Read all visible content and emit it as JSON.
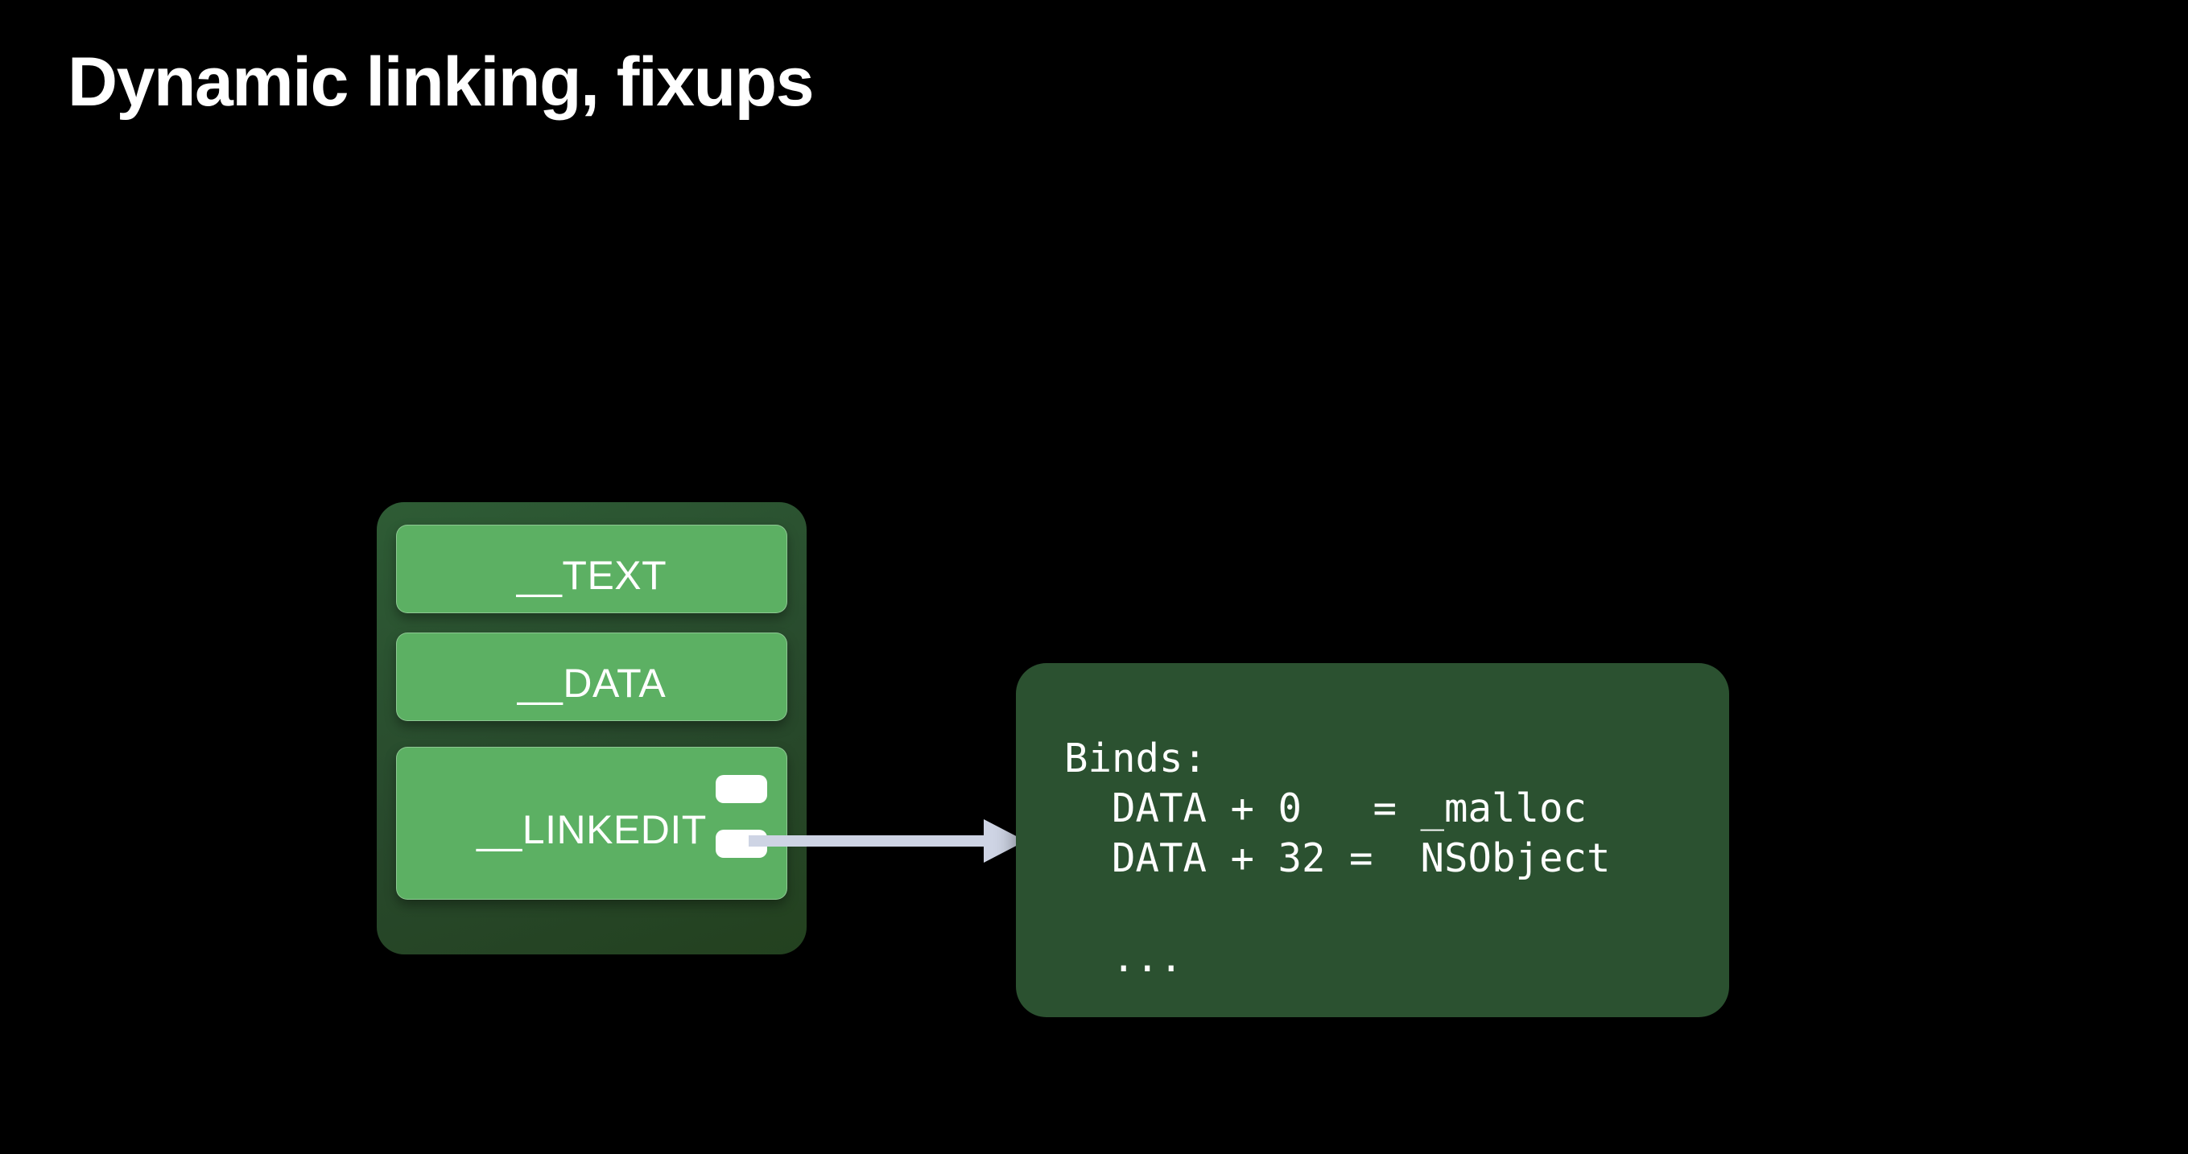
{
  "slide": {
    "title": "Dynamic linking, fixups",
    "background_color": "#000000"
  },
  "colors": {
    "background": "#000000",
    "title_text": "#ffffff",
    "container_green_dark": "#2a4f2e",
    "segment_green_light": "#5cb063",
    "panel_green": "#2b5130",
    "chunk_white": "#ffffff",
    "arrow_lavender": "#ced4e4"
  },
  "macho_container": {
    "name": "mach-o-binary",
    "segments": [
      {
        "id": "text",
        "label": "__TEXT"
      },
      {
        "id": "data",
        "label": "__DATA"
      },
      {
        "id": "linkedit",
        "label": "__LINKEDIT"
      }
    ],
    "fixup_chunks": [
      {
        "id": "chunk-1",
        "label": ""
      },
      {
        "id": "chunk-2",
        "label": ""
      }
    ]
  },
  "arrow": {
    "name": "linkedit-to-binds-arrow",
    "color": "#ced4e4",
    "direction": "right",
    "from": "linkedit-fixup-chunk-2",
    "to": "binds-panel"
  },
  "binds_panel": {
    "name": "binds-table",
    "heading": "Binds:",
    "lines": [
      "Binds:",
      "  DATA + 0   = _malloc",
      "  DATA + 32 =  NSObject",
      "",
      "  ..."
    ],
    "code": "Binds:\n  DATA + 0   = _malloc\n  DATA + 32 =  NSObject\n\n  ..."
  }
}
